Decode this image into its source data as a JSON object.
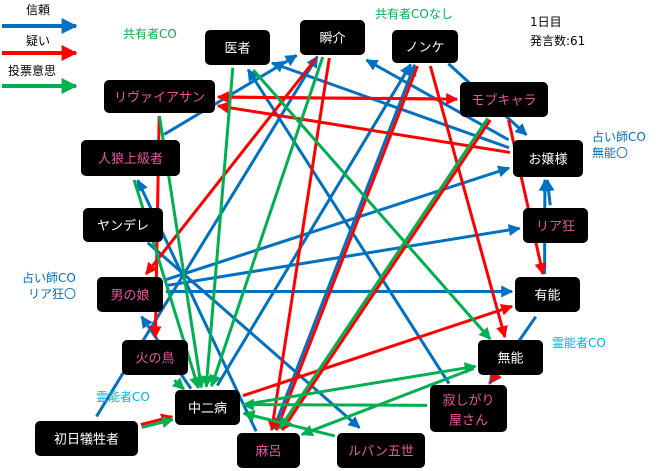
{
  "legend": {
    "trust": {
      "label": "信頼",
      "color": "#0070c0"
    },
    "doubt": {
      "label": "疑い",
      "color": "#ff0000"
    },
    "vote": {
      "label": "投票意思",
      "color": "#00b050"
    }
  },
  "info": {
    "day": "1日目",
    "posts": "発言数:61"
  },
  "annotations": {
    "cosharer": "共有者CO",
    "cosharer_none": "共有者COなし",
    "seer1_a": "占い師CO",
    "seer1_b": "無能〇",
    "seer2_a": "占い師CO",
    "seer2_b": "リア狂〇",
    "medium1": "霊能者CO",
    "medium2": "霊能者CO"
  },
  "colors": {
    "pink": "#e8559e",
    "white": "#ffffff",
    "trust": "#0070c0",
    "doubt": "#ff0000",
    "vote": "#00b050",
    "medium": "#00b0f0"
  },
  "nodes": [
    {
      "id": "isha",
      "label": "医者",
      "color": "white"
    },
    {
      "id": "shunsuke",
      "label": "瞬介",
      "color": "white"
    },
    {
      "id": "nonke",
      "label": "ノンケ",
      "color": "white"
    },
    {
      "id": "leviathan",
      "label": "リヴァイアサン",
      "color": "pink"
    },
    {
      "id": "mob",
      "label": "モブキャラ",
      "color": "pink"
    },
    {
      "id": "jinro",
      "label": "人狼上級者",
      "color": "pink"
    },
    {
      "id": "ojou",
      "label": "お嬢様",
      "color": "white"
    },
    {
      "id": "yandere",
      "label": "ヤンデレ",
      "color": "white"
    },
    {
      "id": "riakyou",
      "label": "リア狂",
      "color": "pink"
    },
    {
      "id": "otokonoko",
      "label": "男の娘",
      "color": "pink"
    },
    {
      "id": "yuunou",
      "label": "有能",
      "color": "white"
    },
    {
      "id": "hinotori",
      "label": "火の鳥",
      "color": "pink"
    },
    {
      "id": "munou",
      "label": "無能",
      "color": "white"
    },
    {
      "id": "chuuni",
      "label": "中二病",
      "color": "white"
    },
    {
      "id": "sabishi",
      "label": "寂しがり",
      "label2": "屋さん",
      "color": "pink"
    },
    {
      "id": "shonichi",
      "label": "初日犠牲者",
      "color": "white"
    },
    {
      "id": "maro",
      "label": "麻呂",
      "color": "pink"
    },
    {
      "id": "lupin",
      "label": "ルパン五世",
      "color": "pink"
    }
  ],
  "edges": [
    {
      "from": "ojou",
      "to": "isha",
      "type": "trust"
    },
    {
      "from": "ojou",
      "to": "shunsuke",
      "type": "trust"
    },
    {
      "from": "nonke",
      "to": "ojou",
      "type": "trust"
    },
    {
      "from": "jinro",
      "to": "shunsuke",
      "type": "trust"
    },
    {
      "from": "shonichi",
      "to": "shunsuke",
      "type": "trust"
    },
    {
      "from": "chuuni",
      "to": "nonke",
      "type": "trust"
    },
    {
      "from": "otokonoko",
      "to": "ojou",
      "type": "trust"
    },
    {
      "from": "otokonoko",
      "to": "yuunou",
      "type": "trust"
    },
    {
      "from": "otokonoko",
      "to": "riakyou",
      "type": "trust"
    },
    {
      "from": "chuuni",
      "to": "otokonoko",
      "type": "trust"
    },
    {
      "from": "yuunou",
      "to": "sabishi",
      "type": "trust"
    },
    {
      "from": "yuunou",
      "to": "ojou",
      "type": "trust"
    },
    {
      "from": "riakyou",
      "to": "ojou",
      "type": "trust"
    },
    {
      "from": "sabishi",
      "to": "isha",
      "type": "trust"
    },
    {
      "from": "yandere",
      "to": "lupin",
      "type": "trust"
    },
    {
      "from": "maro",
      "to": "jinro",
      "type": "trust"
    },
    {
      "from": "maro",
      "to": "nonke",
      "type": "trust"
    },
    {
      "from": "mob",
      "to": "leviathan",
      "type": "doubt"
    },
    {
      "from": "ojou",
      "to": "leviathan",
      "type": "doubt"
    },
    {
      "from": "leviathan",
      "to": "mob",
      "type": "doubt"
    },
    {
      "from": "leviathan",
      "to": "hinotori",
      "type": "doubt"
    },
    {
      "from": "mob",
      "to": "yuunou",
      "type": "doubt"
    },
    {
      "from": "nonke",
      "to": "maro",
      "type": "doubt"
    },
    {
      "from": "nonke",
      "to": "munou",
      "type": "doubt"
    },
    {
      "from": "shunsuke",
      "to": "maro",
      "type": "doubt"
    },
    {
      "from": "shunsuke",
      "to": "otokonoko",
      "type": "doubt"
    },
    {
      "from": "chuuni",
      "to": "yuunou",
      "type": "doubt"
    },
    {
      "from": "munou",
      "to": "sabishi",
      "type": "doubt"
    },
    {
      "from": "shonichi",
      "to": "chuuni",
      "type": "doubt"
    },
    {
      "from": "mob",
      "to": "maro",
      "type": "doubt"
    },
    {
      "from": "shonichi",
      "to": "chuuni",
      "type": "vote"
    },
    {
      "from": "isha",
      "to": "chuuni",
      "type": "vote"
    },
    {
      "from": "leviathan",
      "to": "chuuni",
      "type": "vote"
    },
    {
      "from": "shunsuke",
      "to": "chuuni",
      "type": "vote"
    },
    {
      "from": "isha",
      "to": "munou",
      "type": "vote"
    },
    {
      "from": "hinotori",
      "to": "chuuni",
      "type": "vote"
    },
    {
      "from": "chuuni",
      "to": "munou",
      "type": "vote"
    },
    {
      "from": "sabishi",
      "to": "chuuni",
      "type": "vote"
    },
    {
      "from": "lupin",
      "to": "chuuni",
      "type": "vote"
    },
    {
      "from": "mob",
      "to": "maro",
      "type": "vote"
    },
    {
      "from": "munou",
      "to": "maro",
      "type": "vote"
    },
    {
      "from": "jinro",
      "to": "chuuni",
      "type": "vote"
    }
  ]
}
